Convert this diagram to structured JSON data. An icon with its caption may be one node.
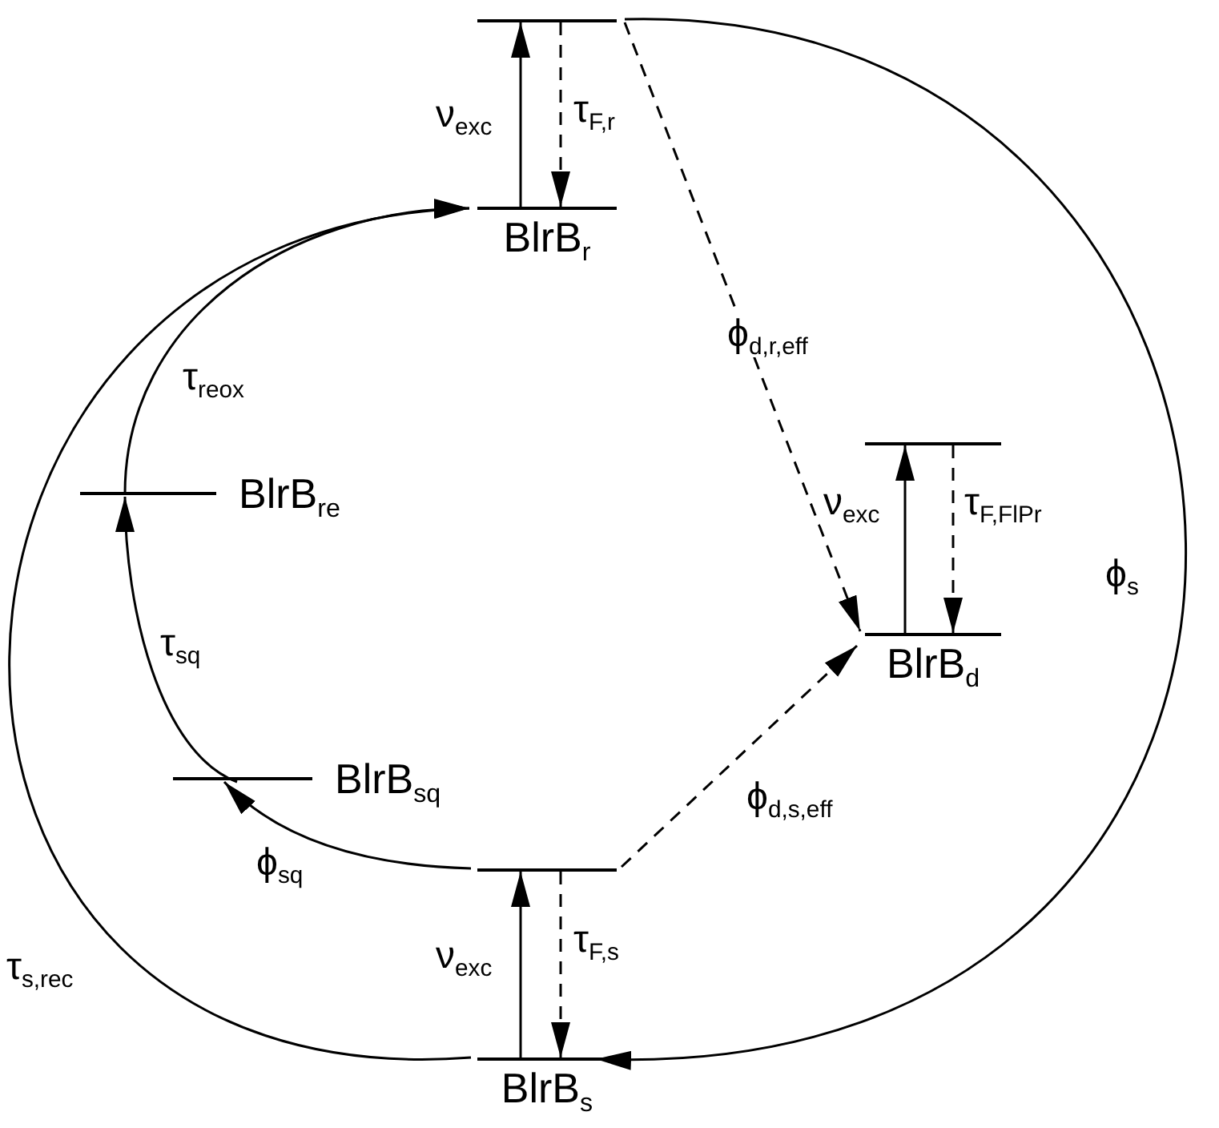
{
  "diagram": {
    "nodes": [
      {
        "text": [],
        "shape": "bar"
      },
      {
        "text": [
          "BlrB$_{r}$"
        ]
      },
      {
        "text": [],
        "shape": "bar"
      },
      {
        "text": [
          "BlrB$_{d}$"
        ]
      },
      {
        "text": [
          "BlrB$_{re}$"
        ]
      },
      {
        "text": [
          "BlrB$_{sq}$"
        ]
      },
      {
        "text": [],
        "shape": "bar"
      },
      {
        "text": [
          "BlrB$_{s}$"
        ]
      }
    ],
    "edges": [
      {
        "from": 1,
        "to": 0,
        "arrow": "to",
        "label": "ν$_{exc}$"
      },
      {
        "from": 0,
        "to": 1,
        "arrow": "to",
        "label": "τ$_{F,r}$",
        "style": "dashed"
      },
      {
        "from": 3,
        "to": 2,
        "arrow": "to",
        "label": "ν$_{exc}$"
      },
      {
        "from": 2,
        "to": 3,
        "arrow": "to",
        "label": "τ$_{F,FlPr}$",
        "style": "dashed"
      },
      {
        "from": 7,
        "to": 6,
        "arrow": "to",
        "label": "ν$_{exc}$"
      },
      {
        "from": 6,
        "to": 7,
        "arrow": "to",
        "label": "τ$_{F,s}$",
        "style": "dashed"
      },
      {
        "from": 0,
        "to": 3,
        "arrow": "to",
        "label": "ϕ$_{d,r,eff}$",
        "style": "dashed"
      },
      {
        "from": 6,
        "to": 3,
        "arrow": "to",
        "label": "ϕ$_{d,s,eff}$",
        "style": "dashed"
      },
      {
        "from": 0,
        "to": 7,
        "arrow": "to",
        "label": "ϕ$_{s}$"
      },
      {
        "from": 6,
        "to": 5,
        "arrow": "to",
        "label": "ϕ$_{sq}$"
      },
      {
        "from": 5,
        "to": 4,
        "arrow": "to",
        "label": "τ$_{sq}$"
      },
      {
        "from": 4,
        "to": 1,
        "arrow": "to",
        "label": "τ$_{reox}$"
      },
      {
        "from": 7,
        "to": 1,
        "arrow": "to",
        "label": "τ$_{s,rec}$"
      }
    ]
  }
}
